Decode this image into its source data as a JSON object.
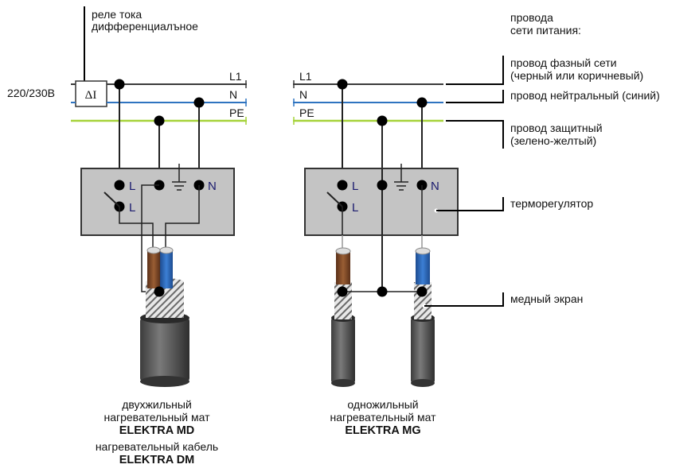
{
  "diagram": {
    "title_labels": {
      "rcd": [
        "реле тока",
        "дифференциалъное"
      ],
      "rcd_symbol": "ΔI",
      "voltage": "220/230В",
      "supply_header": [
        "провода",
        "сети питания:"
      ]
    },
    "bus_labels": {
      "left": {
        "l1": "L1",
        "n": "N",
        "pe": "PE"
      },
      "right": {
        "l1": "L1",
        "n": "N",
        "pe": "PE"
      }
    },
    "terminal_labels": {
      "l_in": "L",
      "l_out": "L",
      "n": "N"
    },
    "callouts": {
      "phase": [
        "провод фазный сети",
        "(черный или коричневый)"
      ],
      "neutral": [
        "провод нейтральный (синий)"
      ],
      "protective": [
        "провод защитный",
        "(зелено-желтый)"
      ],
      "thermostat": "терморегулятор",
      "copper_screen": "медный экран"
    },
    "captions": {
      "left": [
        "двухжильный",
        "нагревательный мат",
        "ELEKTRA MD",
        "нагревательный кабель",
        "ELEKTRA DM"
      ],
      "right": [
        "одножильный",
        "нагревательный мат",
        "ELEKTRA MG"
      ]
    },
    "colors": {
      "phase": "#3a3a3a",
      "neutral": "#2f74c0",
      "protective": "#a6d33a",
      "box_fill": "#c4c4c4",
      "brown_core": "#7a4a28",
      "blue_core": "#2a60b0",
      "jacket": "#555555"
    }
  }
}
